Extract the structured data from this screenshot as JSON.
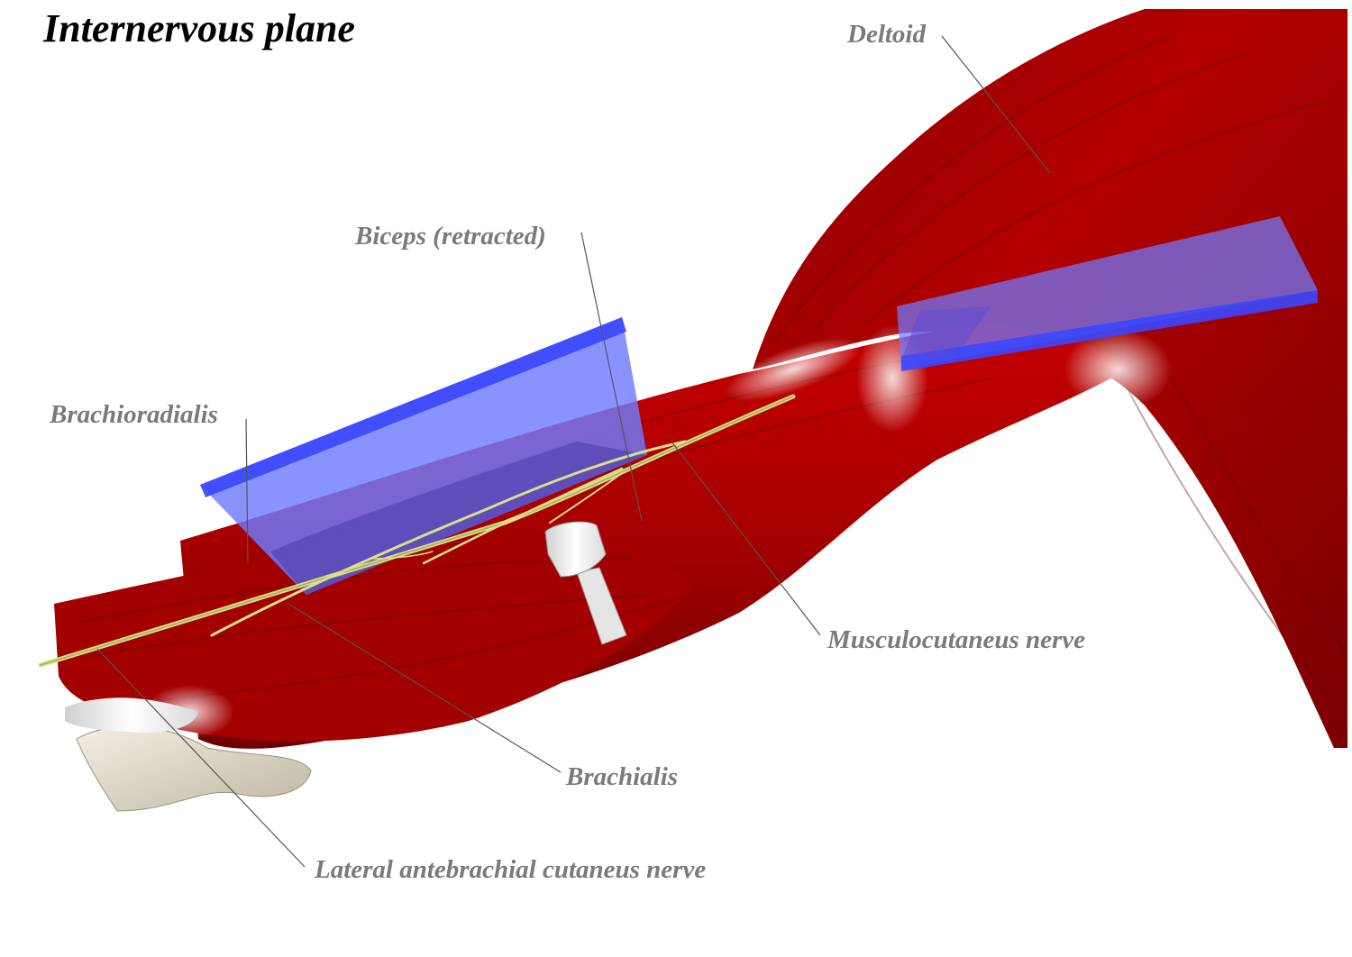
{
  "title": "Internervous plane",
  "labels": {
    "deltoid": "Deltoid",
    "biceps": "Biceps (retracted)",
    "brachioradialis": "Brachioradialis",
    "musculocutaneus": "Musculocutaneus nerve",
    "brachialis": "Brachialis",
    "lateral_antebrachial": "Lateral antebrachial cutaneus nerve"
  },
  "colors": {
    "muscle": "#a80000",
    "muscle_dark": "#6e0000",
    "retractor": "#6f7bff",
    "nerve": "#d9df8a",
    "tendon": "#e8e8e8",
    "bone": "#e3dccb",
    "label": "#7a7a7a",
    "leader_line": "#555555"
  },
  "icons": {
    "retractor": "retractor-blade-shape",
    "clip": "surgical-clip-shape"
  }
}
